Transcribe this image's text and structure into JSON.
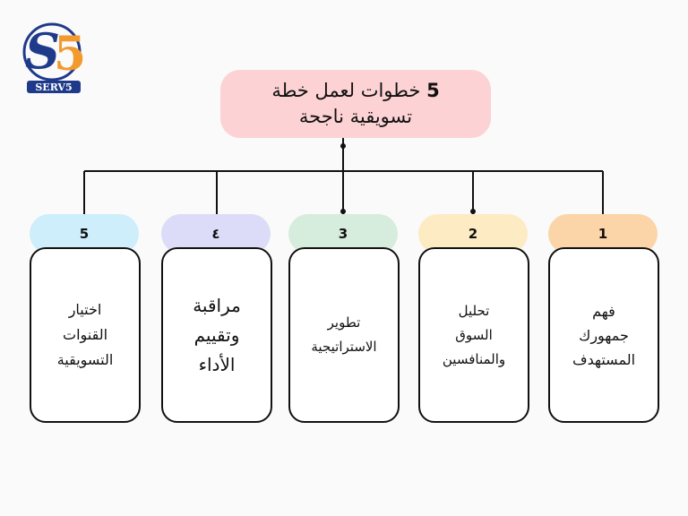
{
  "brand": {
    "logo_text": "SERV5",
    "logo_big": "5",
    "logo_letter": "S"
  },
  "title": {
    "number": "5",
    "line1": "خطوات لعمل خطة",
    "line2": "تسويقية ناجحة"
  },
  "steps": [
    {
      "number": "1",
      "text": "فهم\nجمهورك\nالمستهدف",
      "color": "#fbd5a8"
    },
    {
      "number": "2",
      "text": "تحليل\nالسوق\nوالمنافسين",
      "color": "#fdebc4"
    },
    {
      "number": "3",
      "text": "تطوير\nالاستراتيجية",
      "color": "#d6ecdc"
    },
    {
      "number": "٤",
      "text": "مراقبة\nوتقييم\nالأداء",
      "color": "#dcdcf8"
    },
    {
      "number": "5",
      "text": "اختيار\nالقنوات\nالتسويقية",
      "color": "#cdeefa"
    }
  ]
}
